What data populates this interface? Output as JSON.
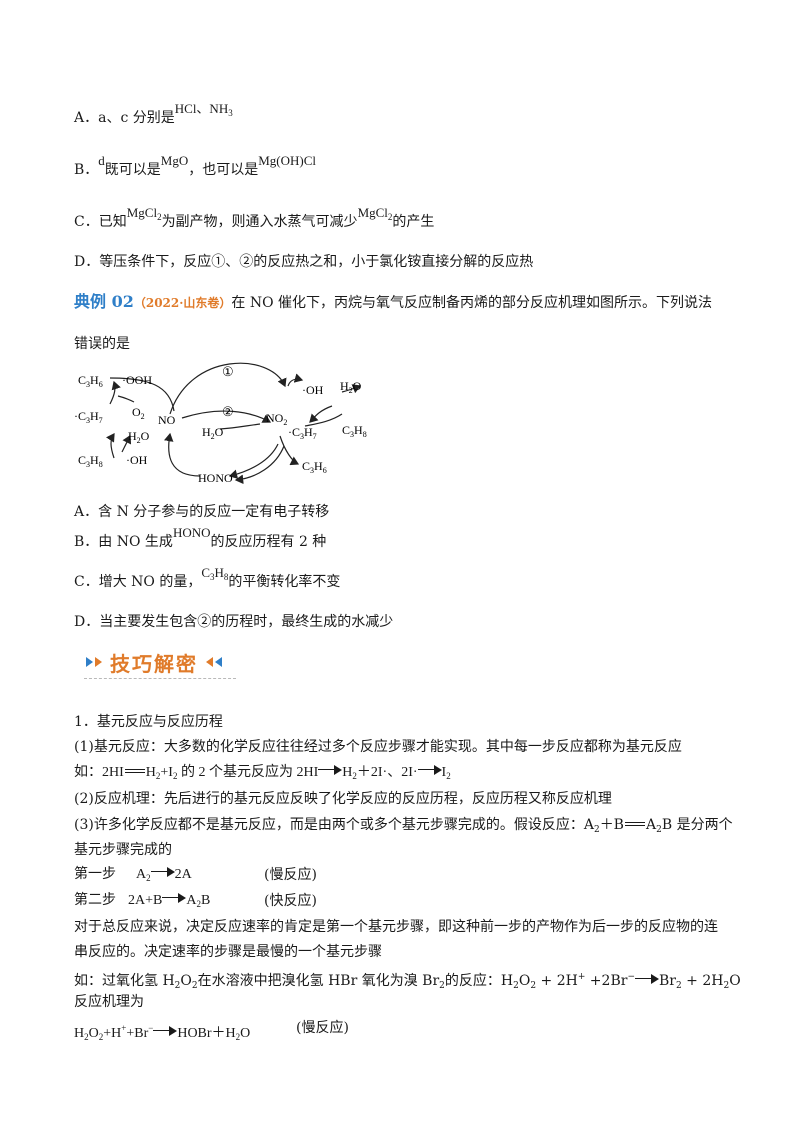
{
  "options_q1": {
    "a": {
      "letter": "A．",
      "text": "a、c 分别是",
      "formula": "HCl、NH",
      "sub": "3"
    },
    "b": {
      "letter": "B．",
      "var": "d",
      "text1": "既可以是",
      "f1": "MgO",
      "text2": "，也可以是",
      "f2": "Mg(OH)Cl"
    },
    "c": {
      "letter": "C．",
      "text1": "已知",
      "f1": "MgCl",
      "f1sub": "2",
      "text2": "为副产物，则通入水蒸气可减少",
      "f2": "MgCl",
      "f2sub": "2",
      "text3": "的产生"
    },
    "d": {
      "letter": "D．",
      "text": "等压条件下，反应①、②的反应热之和，小于氯化铵直接分解的反应热"
    }
  },
  "example": {
    "label": "典例 02",
    "source": "（2022·山东卷）",
    "text_line1": "在 NO 催化下，丙烷与氧气反应制备丙烯的部分反应机理如图所示。下列说法",
    "text_line2": "错误的是"
  },
  "diagram": {
    "c3h6": "C",
    "c3h6_sub1": "3",
    "h": "H",
    "c3h6_sub2": "6",
    "ooh": "·OOH",
    "o2": "O",
    "o2_sub": "2",
    "c3h7": "·C",
    "c3h7_sub1": "3",
    "c3h7_h": "H",
    "c3h7_sub2": "7",
    "h2o": "H",
    "h2o_sub": "2",
    "o": "O",
    "c3h8": "C",
    "c3h8_sub1": "3",
    "c3h8_sub2": "8",
    "oh": "·OH",
    "no": "NO",
    "no2": "NO",
    "no2_sub": "2",
    "hono": "HONO",
    "circle1": "①",
    "circle2": "②"
  },
  "options_q2": {
    "a": {
      "letter": "A．",
      "text": "含 N 分子参与的反应一定有电子转移"
    },
    "b": {
      "letter": "B．",
      "text1": "由 NO 生成",
      "formula": "HONO",
      "text2": "的反应历程有 2 种"
    },
    "c": {
      "letter": "C．",
      "text1": "增大 NO 的量，",
      "formula": "C",
      "s1": "3",
      "fh": "H",
      "s2": "8",
      "text2": "的平衡转化率不变"
    },
    "d": {
      "letter": "D．",
      "text": "当主要发生包含②的历程时，最终生成的水减少"
    }
  },
  "banner": {
    "title": "技巧解密"
  },
  "section": {
    "heading": "1．基元反应与反应历程",
    "p1": "(1)基元反应：大多数的化学反应往往经过多个反应步骤才能实现。其中每一步反应都称为基元反应",
    "p2_prefix": "如：2HI",
    "p2_mid": "H",
    "p2_rest": "+I",
    "p2_text": " 的 2 个基元反应为 2HI",
    "p2_r1": "H",
    "p2_r1b": "＋2I·、2I·",
    "p2_r2": "I",
    "p3": "(2)反应机理：先后进行的基元反应反映了化学反应的反应历程，反应历程又称反应机理",
    "p4a": "(3)许多化学反应都不是基元反应，而是由两个或多个基元步骤完成的。假设反应：A",
    "p4b": "＋B",
    "p4c": "A",
    "p4d": "B 是分两个",
    "p5": "基元步骤完成的",
    "step1_label": "第一步",
    "step1_lhs": "A",
    "step1_rhs": "2A",
    "step1_note": "(慢反应)",
    "step2_label": "第二步",
    "step2_lhs": "2A+B",
    "step2_rhs": "A",
    "step2_rhs2": "B",
    "step2_note": "(快反应)",
    "p6": "对于总反应来说，决定反应速率的肯定是第一个基元步骤，即这种前一步的产物作为后一步的反应物的连",
    "p7": "串反应的。决定速率的步骤是最慢的一个基元步骤",
    "p8a": "如：过氧化氢 H",
    "p8b": "O",
    "p8c": "在水溶液中把溴化氢 HBr 氧化为溴 Br",
    "p8d": "的反应：H",
    "p8e": "O",
    "p8f": " + 2H",
    "p8g": " +2Br",
    "p8h": "Br",
    "p8i": " + 2H",
    "p8j": "O",
    "p9": "反应机理为",
    "p10a": "H",
    "p10b": "O",
    "p10c": "+H",
    "p10d": "+Br",
    "p10e": "HOBr＋H",
    "p10f": "O",
    "p10note": "(慢反应)"
  }
}
